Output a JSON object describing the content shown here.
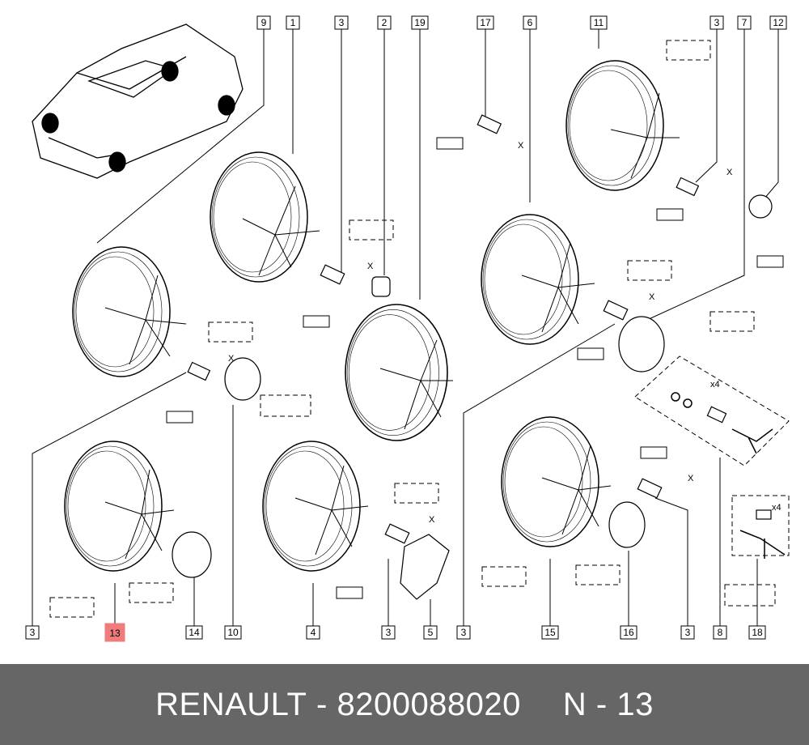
{
  "footer": {
    "brand": "RENAULT",
    "part_number": "8200088020",
    "ref": "N - 13",
    "sep": "-"
  },
  "colors": {
    "highlight": "#ef7b7b",
    "footer_bg": "#666666",
    "line": "#000000"
  },
  "callouts": [
    {
      "id": "c9",
      "text": "9"
    },
    {
      "id": "c1",
      "text": "1"
    },
    {
      "id": "c3a",
      "text": "3"
    },
    {
      "id": "c2",
      "text": "2"
    },
    {
      "id": "c19",
      "text": "19"
    },
    {
      "id": "c17",
      "text": "17"
    },
    {
      "id": "c6",
      "text": "6"
    },
    {
      "id": "c11",
      "text": "11"
    },
    {
      "id": "c3b",
      "text": "3"
    },
    {
      "id": "c7",
      "text": "7"
    },
    {
      "id": "c12",
      "text": "12"
    },
    {
      "id": "b3a",
      "text": "3"
    },
    {
      "id": "b13",
      "text": "13",
      "highlight": true
    },
    {
      "id": "b14",
      "text": "14"
    },
    {
      "id": "b10",
      "text": "10"
    },
    {
      "id": "b4",
      "text": "4"
    },
    {
      "id": "b3b",
      "text": "3"
    },
    {
      "id": "b5",
      "text": "5"
    },
    {
      "id": "b3c",
      "text": "3"
    },
    {
      "id": "b15",
      "text": "15"
    },
    {
      "id": "b16",
      "text": "16"
    },
    {
      "id": "b3d",
      "text": "3"
    },
    {
      "id": "b8",
      "text": "8"
    },
    {
      "id": "b18",
      "text": "18"
    }
  ],
  "markers": {
    "x": "X",
    "x4": "x4"
  },
  "icons": [
    "car-illustration-icon",
    "alloy-wheel-icon",
    "wheel-bolt-icon",
    "hub-cap-icon",
    "anti-theft-nut-icon",
    "key-tool-icon",
    "torque-arrow-icon"
  ]
}
